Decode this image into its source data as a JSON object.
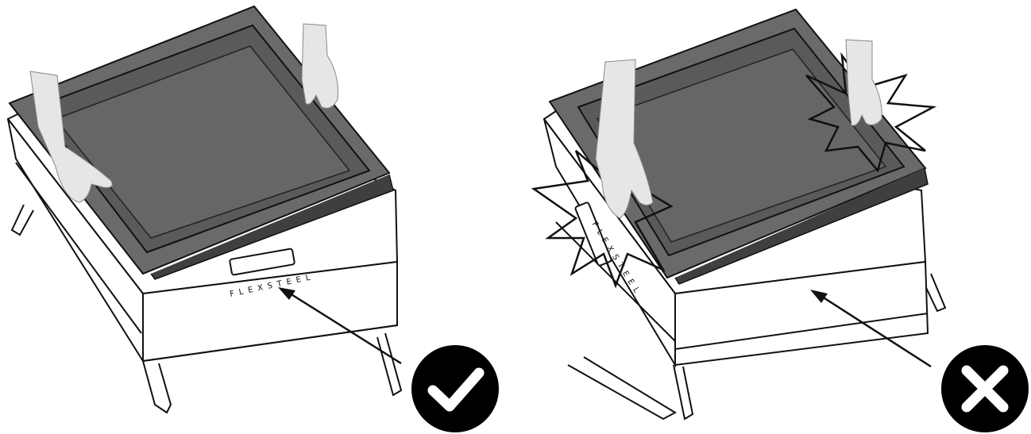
{
  "panels": [
    {
      "id": "correct",
      "verdict": "correct",
      "brand": "FLEXSTEEL",
      "icon": "checkmark-icon"
    },
    {
      "id": "incorrect",
      "verdict": "incorrect",
      "brand": "FLEXSTEEL",
      "icon": "x-icon"
    }
  ],
  "colors": {
    "tray": "#6a6a6a",
    "tray_dark": "#4f4f4f",
    "line": "#111111",
    "hand": "#e6e6e6",
    "badge": "#000000"
  }
}
